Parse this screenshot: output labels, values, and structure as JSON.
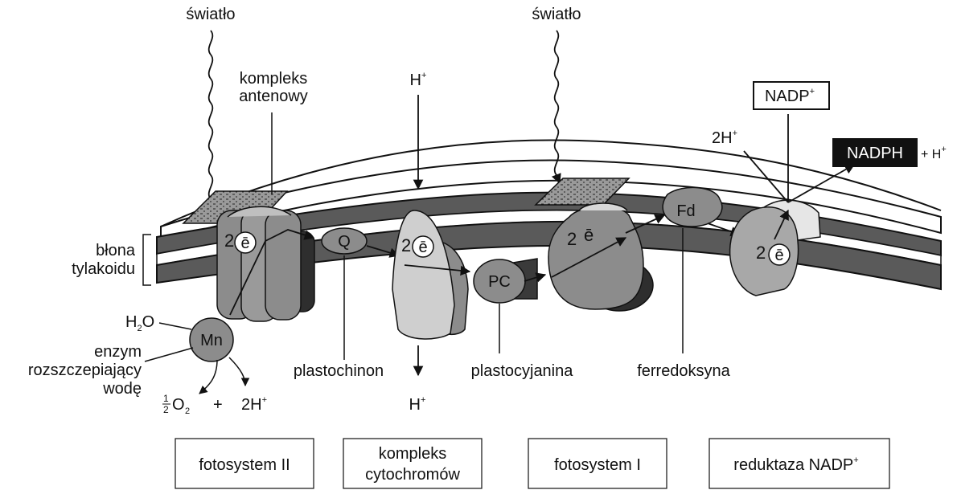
{
  "light_labels": [
    "światło",
    "światło"
  ],
  "labels": {
    "antenna": [
      "kompleks",
      "antenowy"
    ],
    "proton": "H",
    "proton_sup": "+",
    "membrane": [
      "błona",
      "tylakoidu"
    ],
    "water": "H",
    "water_sub": "2",
    "water_o": "O",
    "enzyme": [
      "enzym",
      "rozszczepiający",
      "wodę"
    ],
    "oxygen_num": "1",
    "oxygen_den": "2",
    "oxygen_o": "O",
    "oxygen_sub": "2",
    "plus": "+",
    "two_h": "2H",
    "plastoquinone": "plastochinon",
    "plastocyanin": "plastocyjanina",
    "ferredoxin": "ferredoksyna",
    "two_h_top": "2H",
    "nadp": "NADP",
    "nadph": "NADPH",
    "nadph_plus": "+ H"
  },
  "molecules": {
    "q": "Q",
    "pc": "PC",
    "fd": "Fd",
    "mn": "Mn"
  },
  "electron": {
    "label": "2",
    "symbol": "ē"
  },
  "complex_labels": [
    [
      "fotosystem II"
    ],
    [
      "kompleks",
      "cytochromów"
    ],
    [
      "fotosystem I"
    ],
    [
      "reduktaza NADP"
    ]
  ],
  "colors": {
    "dark_gray": "#555555",
    "mid_gray": "#8a8a8a",
    "light_gray": "#cfcfcf",
    "black_box": "#111111"
  }
}
